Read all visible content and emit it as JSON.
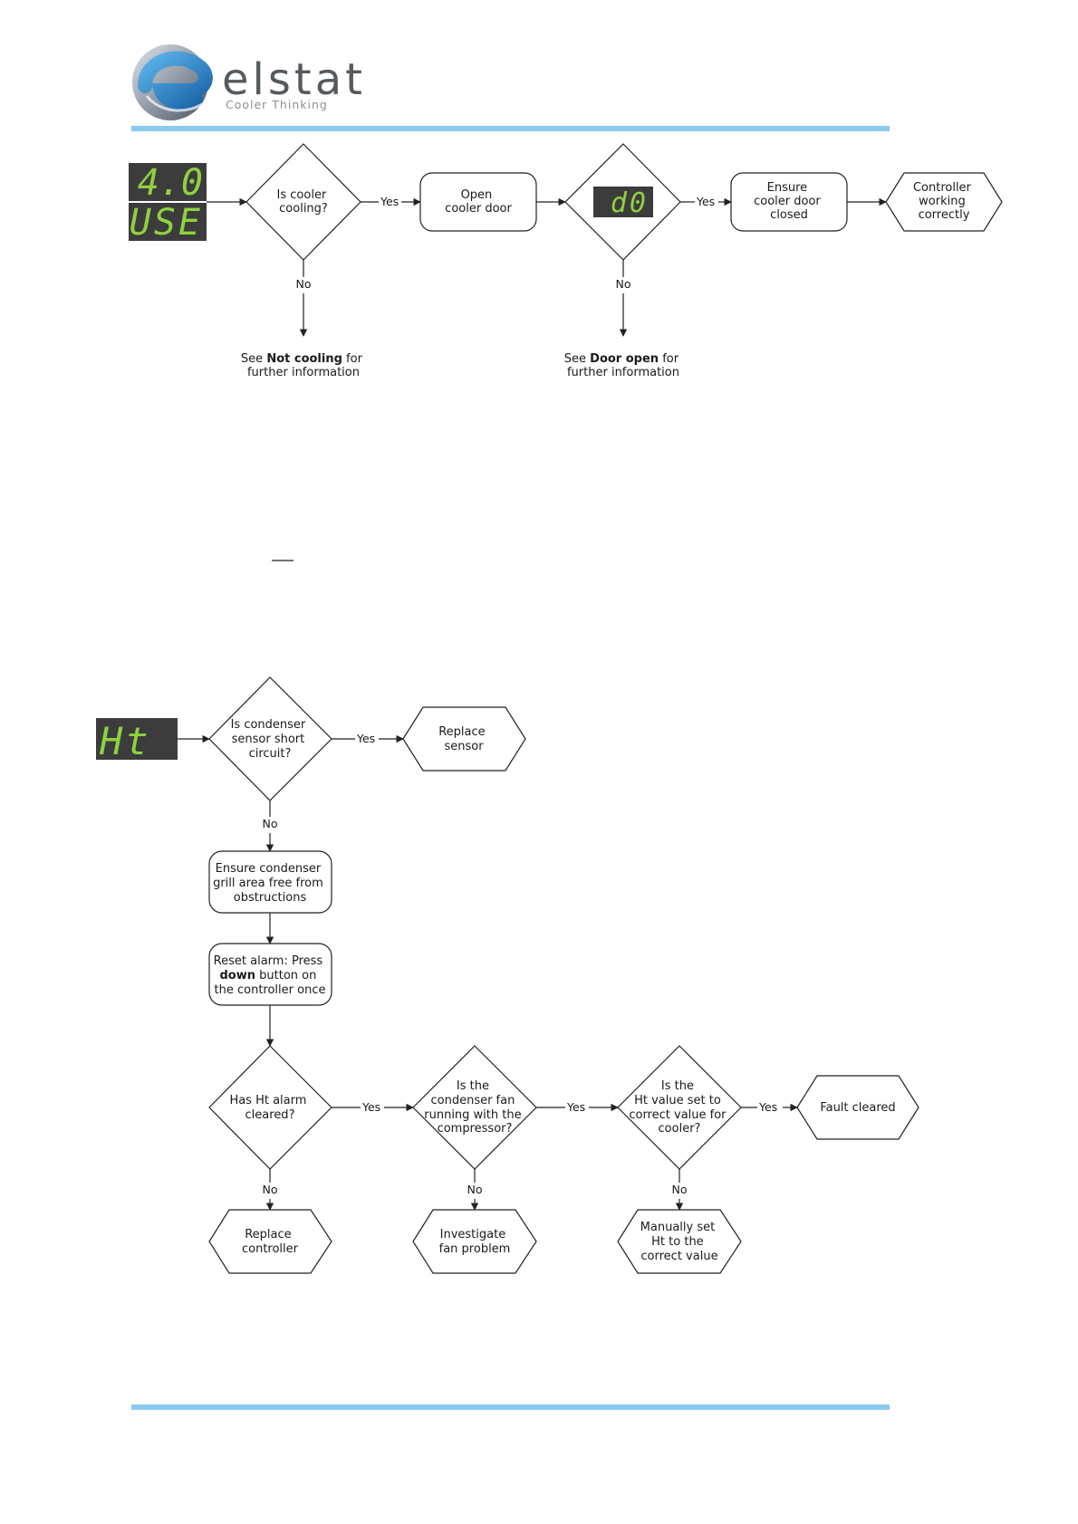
{
  "header": {
    "brand_name": "elstat",
    "tagline": "Cooler Thinking",
    "rule_color": "#8cc9ef"
  },
  "lcd": {
    "use_temp": "4.0",
    "use_code": "USE",
    "door_code": "d0",
    "ht_code": "Ht"
  },
  "colors": {
    "lcd_green": "#8fd13f",
    "lcd_background": "#3c3c3c"
  },
  "flow1": {
    "q_cooling": [
      "Is cooler",
      "cooling?"
    ],
    "open_door": [
      "Open",
      "cooler door"
    ],
    "ensure_closed": [
      "Ensure",
      "cooler door",
      "closed"
    ],
    "working": [
      "Controller",
      "working",
      "correctly"
    ],
    "note_not_cooling": {
      "prefix": "See ",
      "bold": "Not cooling",
      "suffix": " for",
      "line2": "further information"
    },
    "note_door_open": {
      "prefix": "See ",
      "bold": "Door open",
      "suffix": " for",
      "line2": "further information"
    }
  },
  "flow2": {
    "q_short": [
      "Is condenser",
      "sensor short",
      "circuit?"
    ],
    "replace_sensor": [
      "Replace",
      "sensor"
    ],
    "ensure_grill": [
      "Ensure condenser",
      "grill area free from",
      "obstructions"
    ],
    "reset_alarm": {
      "line1": "Reset alarm: Press",
      "bold": "down",
      "line2_rest": " button on",
      "line3": "the controller once"
    },
    "q_cleared": [
      "Has Ht alarm",
      "cleared?"
    ],
    "q_fan": [
      "Is the",
      "condenser fan",
      "running with the",
      "compressor?"
    ],
    "q_ht_value": [
      "Is  the",
      "Ht value set to",
      "correct value for",
      "cooler?"
    ],
    "fault_cleared": [
      "Fault cleared"
    ],
    "replace_controller": [
      "Replace",
      "controller"
    ],
    "investigate_fan": [
      "Investigate",
      "fan problem"
    ],
    "manual_set": [
      "Manually set",
      "Ht to the",
      "correct value"
    ]
  },
  "edge_labels": {
    "yes": "Yes",
    "no": "No"
  }
}
